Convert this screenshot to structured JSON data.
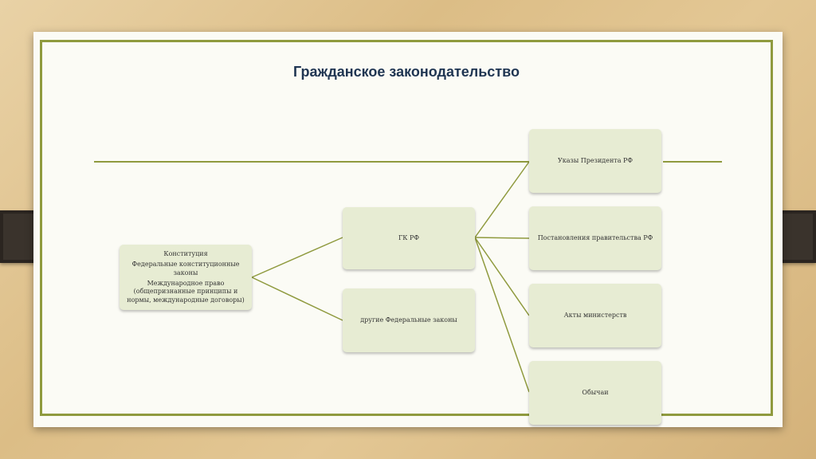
{
  "slide": {
    "title": "Гражданское законодательство",
    "sources": {
      "line1": "Конституция",
      "line2": "Федеральные конституционные законы",
      "line3": "Международное право (общепризнанные принципы и нормы, международные договоры)"
    },
    "laws": {
      "gk": "ГК РФ",
      "other": "другие Федеральные законы"
    },
    "acts": {
      "decrees": "Указы Президента РФ",
      "resolutions": "Постановления правительства РФ",
      "ministries": "Акты министерств",
      "customs": "Обычаи"
    }
  },
  "colors": {
    "frame": "#8f9a3e",
    "box_fill": "#e7ecd3",
    "title": "#1f3552"
  }
}
